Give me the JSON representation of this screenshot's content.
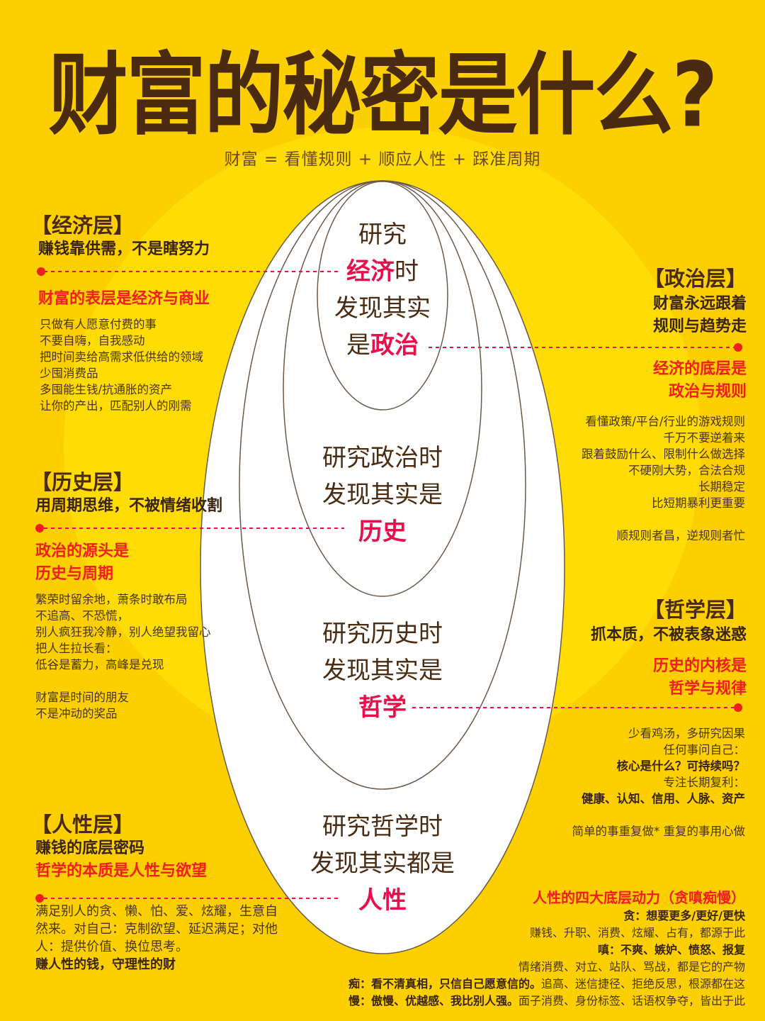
{
  "header": {
    "title": "财富的秘密是什么?",
    "subtitle": "财富 = 看懂规则 + 顺应人性 + 踩准周期"
  },
  "colors": {
    "background": "#FCD000",
    "title": "#4A2A10",
    "highlight_red": "#F01E1E",
    "center_highlight": "#E8104A",
    "ellipse_fill": "#FFFFFF",
    "ellipse_stroke": "#6B5A4A"
  },
  "center": {
    "economy": {
      "line1": "研究",
      "hl": "经济",
      "line2_suffix": "时",
      "line3": "发现其实",
      "line4_prefix": "是",
      "answer": "政治"
    },
    "politics": {
      "line1": "研究政治时",
      "line2": "发现其实是",
      "answer": "历史"
    },
    "history": {
      "line1": "研究历史时",
      "line2": "发现其实是",
      "answer": "哲学"
    },
    "philosophy": {
      "line1": "研究哲学时",
      "line2": "发现其实都是",
      "answer": "人性"
    }
  },
  "layers": {
    "economy": {
      "title": "【经济层】",
      "tagline": "赚钱靠供需，不是瞎努力",
      "key": "财富的表层是经济与商业",
      "points": [
        "只做有人愿意付费的事",
        "不要自嗨，自我感动",
        "把时间卖给高需求低供给的领域",
        "少囤消费品",
        "多囤能生钱/抗通胀的资产",
        "让你的产出，匹配别人的刚需"
      ]
    },
    "politics": {
      "title": "【政治层】",
      "tagline1": "财富永远跟着",
      "tagline2": "规则与趋势走",
      "key1": "经济的底层是",
      "key2": "政治与规则",
      "points": [
        "看懂政策/平台/行业的游戏规则",
        "千万不要逆着来",
        "跟着鼓励什么、限制什么做选择",
        "不硬刚大势，合法合规",
        "长期稳定",
        "比短期暴利更重要"
      ],
      "summary": "顺规则者昌，逆规则者忙"
    },
    "history": {
      "title": "【历史层】",
      "tagline": "用周期思维，不被情绪收割",
      "key1": "政治的源头是",
      "key2": "历史与周期",
      "points": [
        "繁荣时留余地，萧条时敢布局",
        "不追高、不恐慌，",
        "别人疯狂我冷静，别人绝望我留心",
        "把人生拉长看：",
        "低谷是蓄力，高峰是兑现"
      ],
      "summary1": "财富是时间的朋友",
      "summary2": "不是冲动的奖品"
    },
    "philosophy": {
      "title": "【哲学层】",
      "tagline": "抓本质，不被表象迷惑",
      "key1": "历史的内核是",
      "key2": "哲学与规律",
      "points": [
        "少看鸡汤，多研究因果",
        "任何事问自己："
      ],
      "bold1": "核心是什么？可持续吗？",
      "point3": "专注长期复利：",
      "bold2": "健康、认知、信用、人脉、资产",
      "summary": "简单的事重复做* 重复的事用心做"
    },
    "human": {
      "title": "【人性层】",
      "tagline": "赚钱的底层密码",
      "key": "哲学的本质是人性与欲望",
      "para": [
        "满足别人的贪、懒、怕、爱、炫耀，生意自",
        "然来。对自己：克制欲望、延迟满足；对他",
        "人：提供价值、换位思考。"
      ],
      "bold": "赚人性的钱，守理性的财"
    },
    "drives": {
      "title": "人性的四大底层动力（贪嗔痴慢）",
      "greed_b": "贪：想要更多/更好/更快",
      "greed_d": "赚钱、升职、消费、炫耀、占有，都源于此",
      "anger_b": "嗔：不爽、嫉妒、愤怒、报复",
      "anger_d": "情绪消费、对立、站队、骂战，都是它的产物",
      "ignorance_b": "痴：看不清真相，只信自己愿意信的。",
      "ignorance_d": "追高、迷信捷径、拒绝反思，根源都在这",
      "pride_b": "慢：傲慢、优越感、我比别人强。",
      "pride_d": "面子消费、身份标签、话语权争夺，皆出于此"
    }
  }
}
